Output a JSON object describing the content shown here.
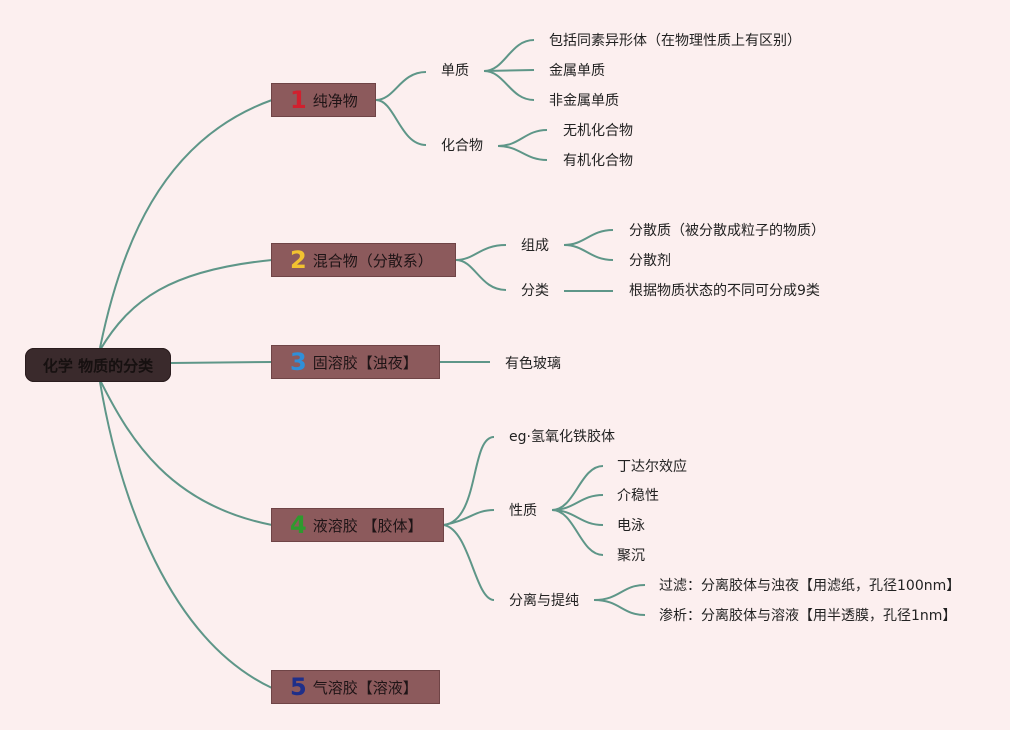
{
  "root": {
    "label": "化学 物质的分类"
  },
  "branches": [
    {
      "num": "1",
      "color": "#d0202e",
      "label": "纯净物"
    },
    {
      "num": "2",
      "color": "#f2c230",
      "label": "混合物（分散系）"
    },
    {
      "num": "3",
      "color": "#2f8fd8",
      "label": "固溶胶【浊夜】"
    },
    {
      "num": "4",
      "color": "#2e9a2e",
      "label": "液溶胶 【胶体】"
    },
    {
      "num": "5",
      "color": "#1f2f8a",
      "label": "气溶胶【溶液】"
    }
  ],
  "b1": {
    "danzhi": "单质",
    "danzhi_items": [
      "包括同素异形体（在物理性质上有区别）",
      "金属单质",
      "非金属单质"
    ],
    "huahewu": "化合物",
    "huahewu_items": [
      "无机化合物",
      "有机化合物"
    ]
  },
  "b2": {
    "zucheng": "组成",
    "zucheng_items": [
      "分散质（被分散成粒子的物质）",
      "分散剂"
    ],
    "fenlei": "分类",
    "fenlei_item": "根据物质状态的不同可分成9类"
  },
  "b3": {
    "item": "有色玻璃"
  },
  "b4": {
    "eg": "eg·氢氧化铁胶体",
    "xingzhi": "性质",
    "xingzhi_items": [
      "丁达尔效应",
      "介稳性",
      "电泳",
      "聚沉"
    ],
    "fenli": "分离与提纯",
    "fenli_items": [
      "过滤：分离胶体与浊夜【用滤纸，孔径100nm】",
      "渗析：分离胶体与溶液【用半透膜，孔径1nm】"
    ]
  },
  "colors": {
    "line": "#5e9688",
    "background": "#fcefef",
    "branch_fill": "#8c5a5c",
    "root_fill": "#3a2a2c"
  }
}
